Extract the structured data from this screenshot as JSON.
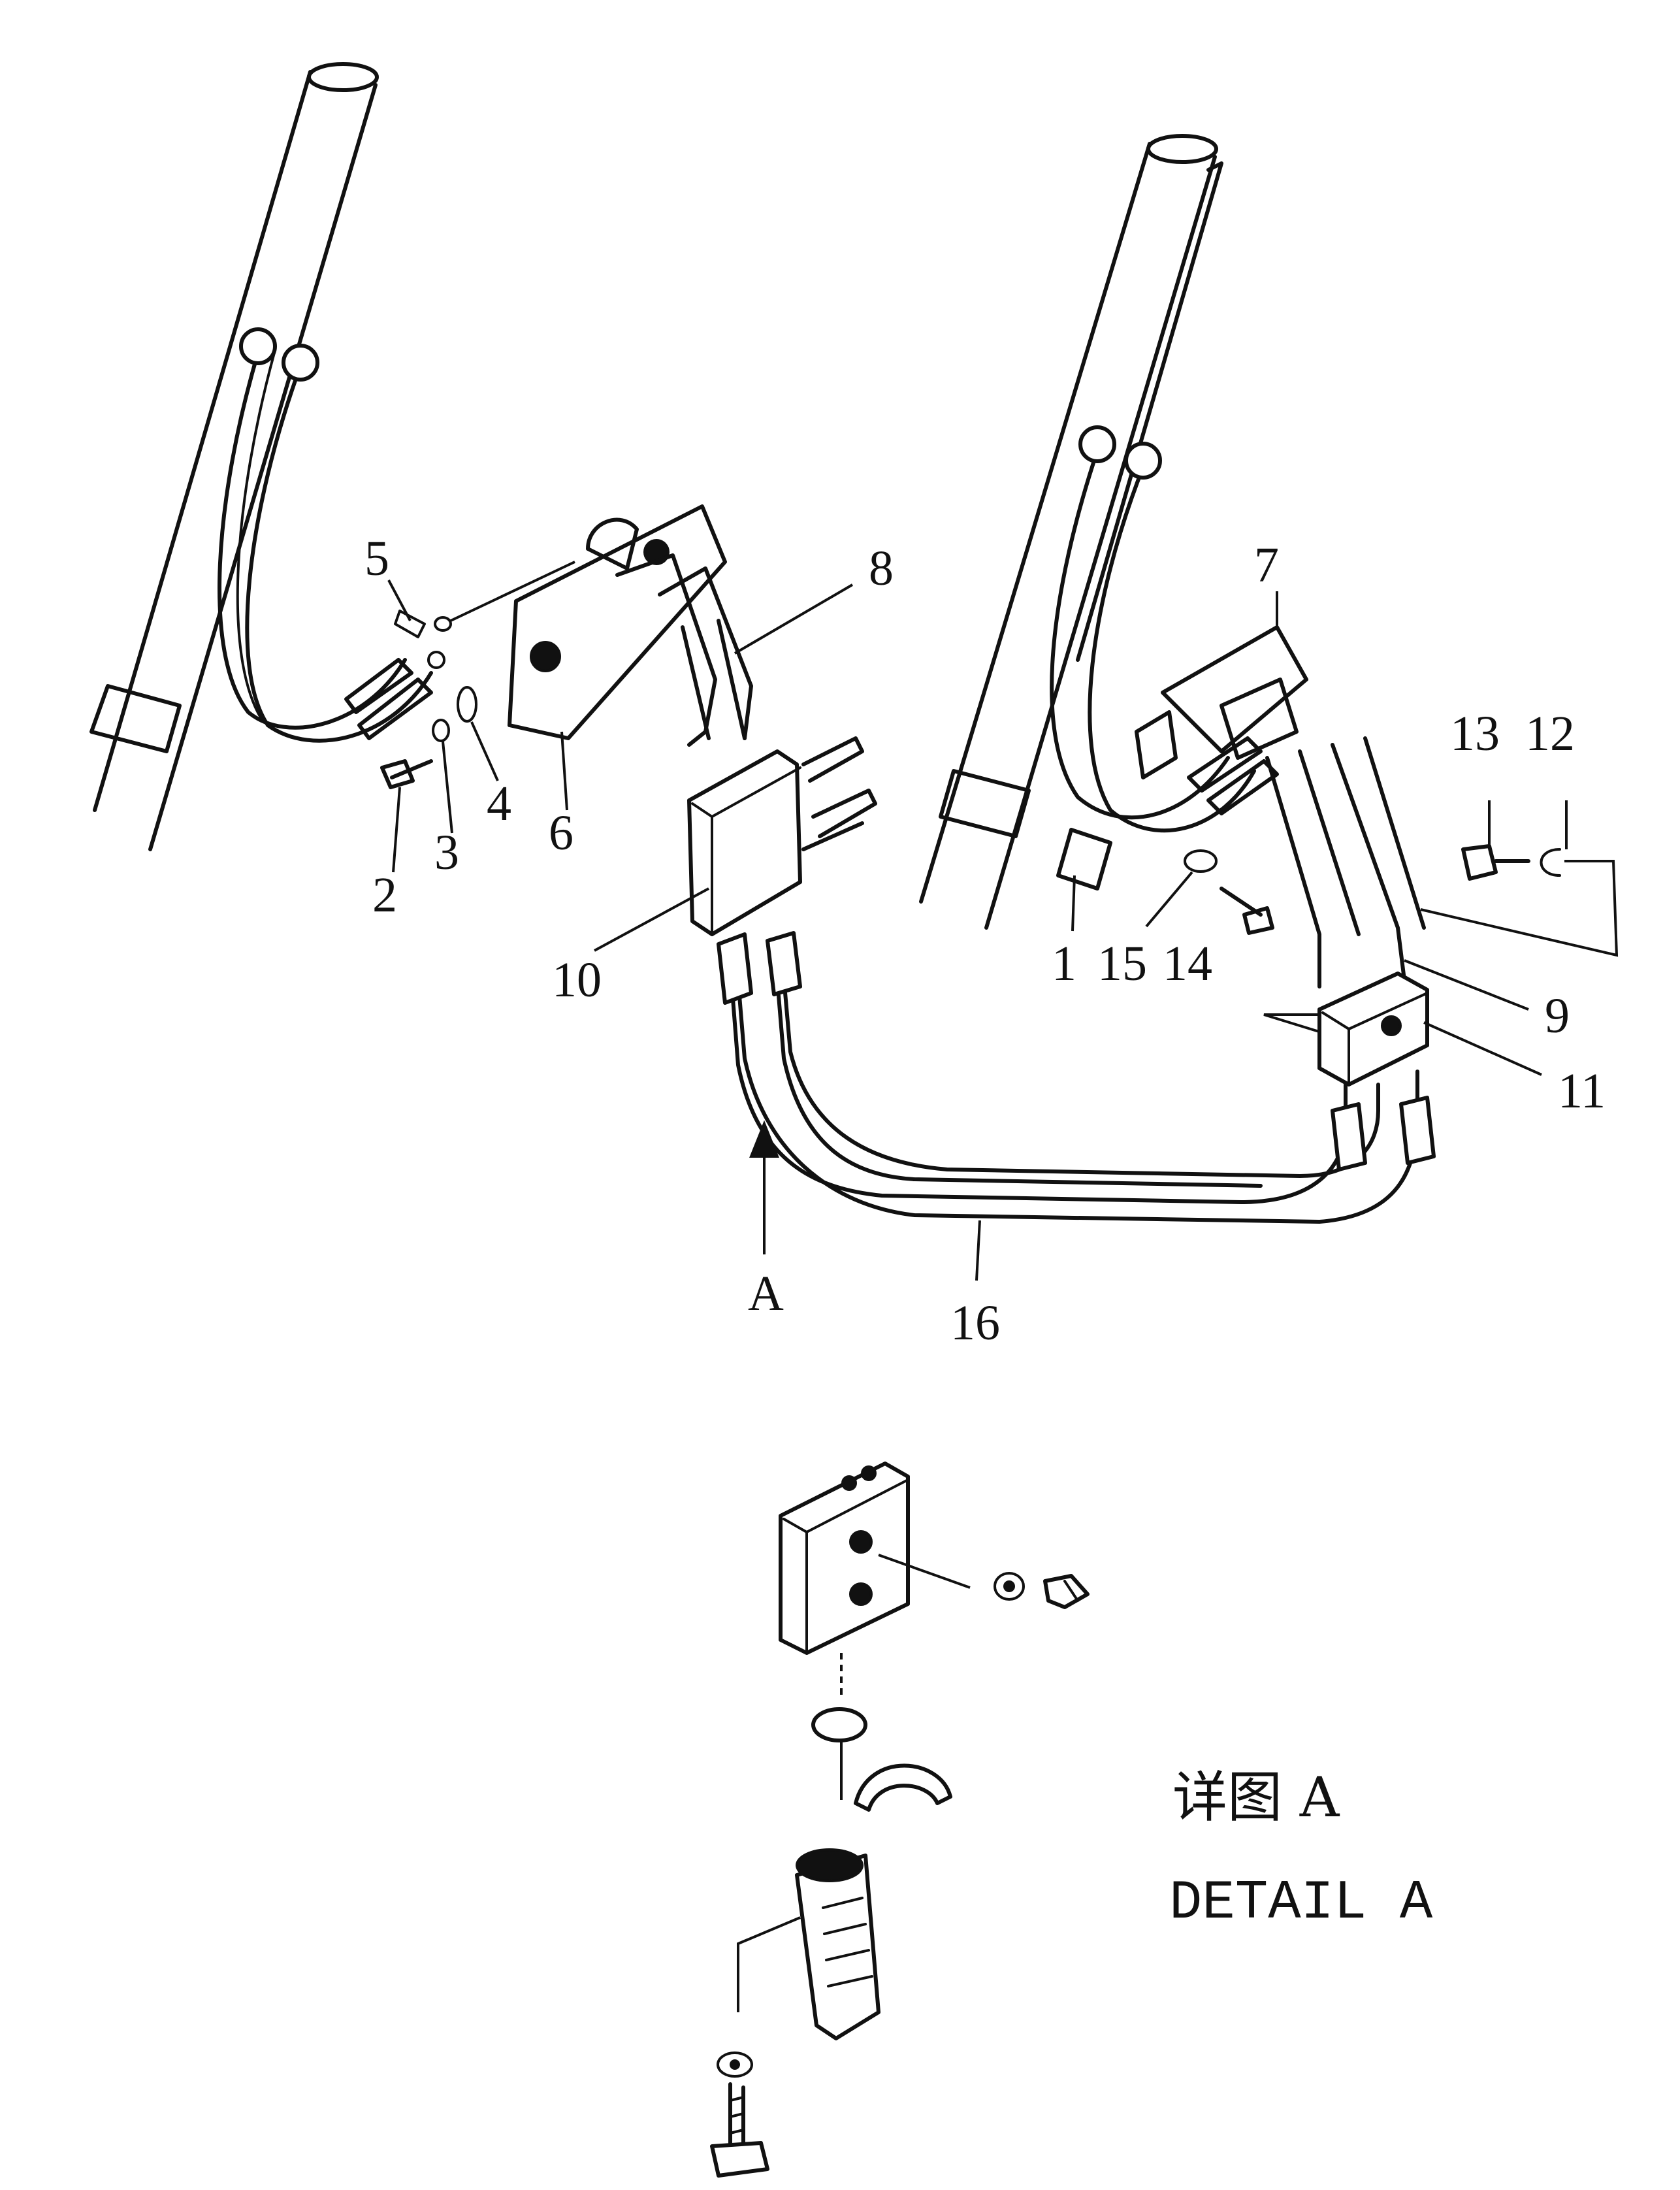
{
  "callouts": [
    "1",
    "2",
    "3",
    "4",
    "5",
    "6",
    "7",
    "8",
    "9",
    "10",
    "11",
    "12",
    "13",
    "14",
    "15",
    "16"
  ],
  "view_marker": "A",
  "detail_caption_zh": "详图 A",
  "detail_caption_en": "DETAIL A"
}
